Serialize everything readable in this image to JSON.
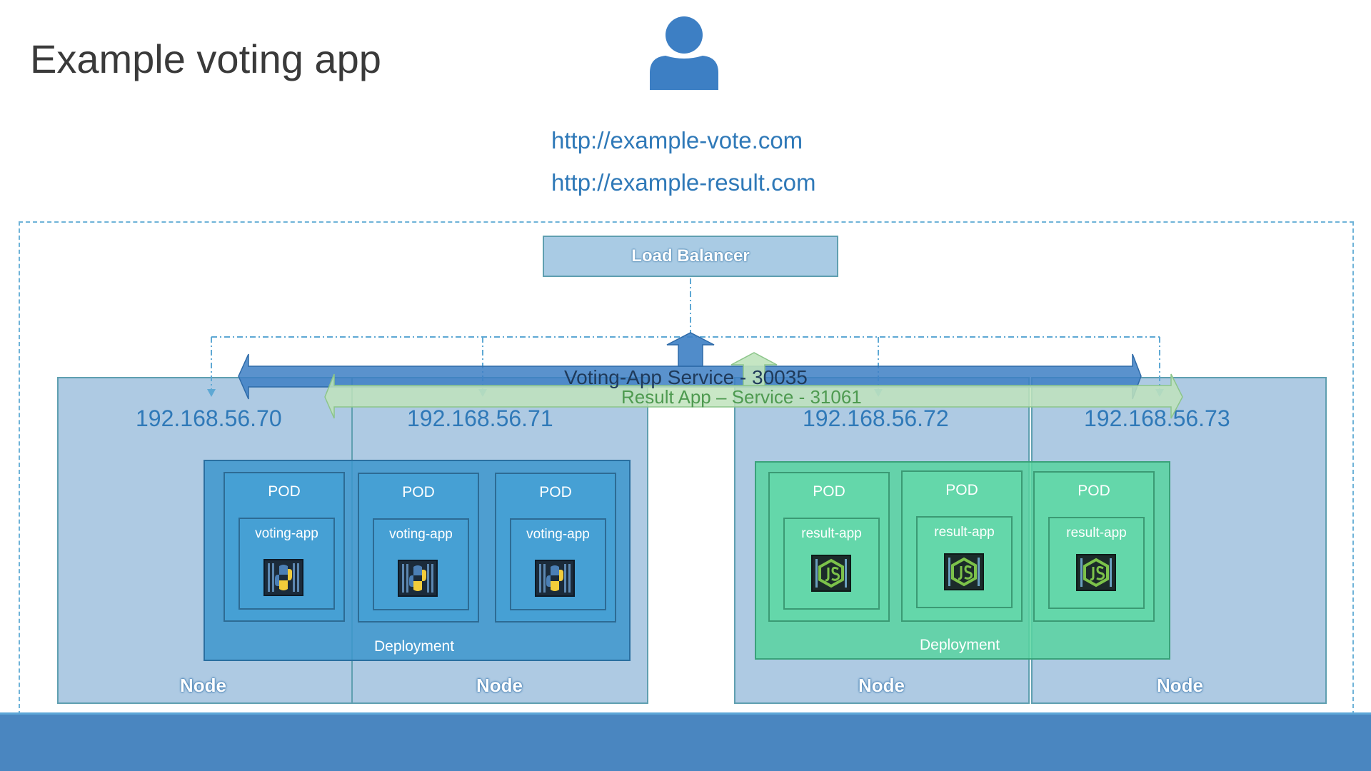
{
  "slide": {
    "title": "Example voting app"
  },
  "user": {
    "icon": "user-icon"
  },
  "urls": {
    "vote": "http://example-vote.com",
    "result": "http://example-result.com"
  },
  "load_balancer": {
    "label": "Load Balancer"
  },
  "services": {
    "voting": {
      "label": "Voting-App Service - 30035",
      "color": "#3d7fc4"
    },
    "result": {
      "label": "Result App – Service - 31061",
      "color": "#9ccf9a"
    }
  },
  "nodes": [
    {
      "label": "Node",
      "ip": "192.168.56.70"
    },
    {
      "label": "Node",
      "ip": "192.168.56.71"
    },
    {
      "label": "Node",
      "ip": "192.168.56.72"
    },
    {
      "label": "Node",
      "ip": "192.168.56.73"
    }
  ],
  "deployments": {
    "voting": {
      "label": "Deployment",
      "color": "#3d96cd",
      "pods": [
        {
          "title": "POD",
          "container": "voting-app",
          "icon": "python-icon"
        },
        {
          "title": "POD",
          "container": "voting-app",
          "icon": "python-icon"
        },
        {
          "title": "POD",
          "container": "voting-app",
          "icon": "python-icon"
        }
      ]
    },
    "result": {
      "label": "Deployment",
      "color": "#58d4a0",
      "pods": [
        {
          "title": "POD",
          "container": "result-app",
          "icon": "nodejs-icon"
        },
        {
          "title": "POD",
          "container": "result-app",
          "icon": "nodejs-icon"
        },
        {
          "title": "POD",
          "container": "result-app",
          "icon": "nodejs-icon"
        }
      ]
    }
  }
}
